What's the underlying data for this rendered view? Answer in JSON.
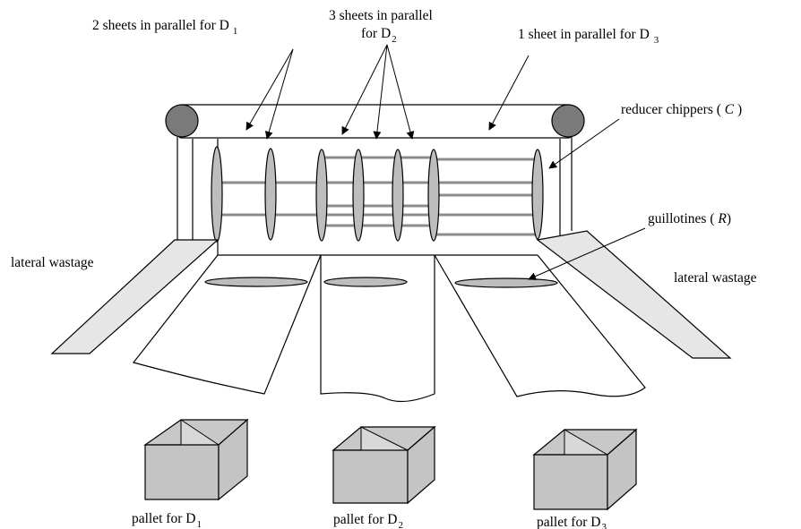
{
  "labels": {
    "d1_sheets": "2 sheets in parallel for D",
    "d1_sub": "1",
    "d2_sheets_line1": "3 sheets in parallel",
    "d2_sheets_line2": "for D",
    "d2_sub": "2",
    "d3_sheets": "1 sheet in parallel for D",
    "d3_sub": "3",
    "chippers_prefix": "reducer chippers ( ",
    "chippers_symbol": "C",
    "chippers_suffix": " )",
    "guillotines_prefix": "guillotines ( ",
    "guillotines_symbol": "R",
    "guillotines_suffix": ")",
    "lateral_left": "lateral wastage",
    "lateral_right": "lateral wastage",
    "pallet_prefix": "pallet for D",
    "pallet_subs": [
      "1",
      "2",
      "3"
    ]
  }
}
